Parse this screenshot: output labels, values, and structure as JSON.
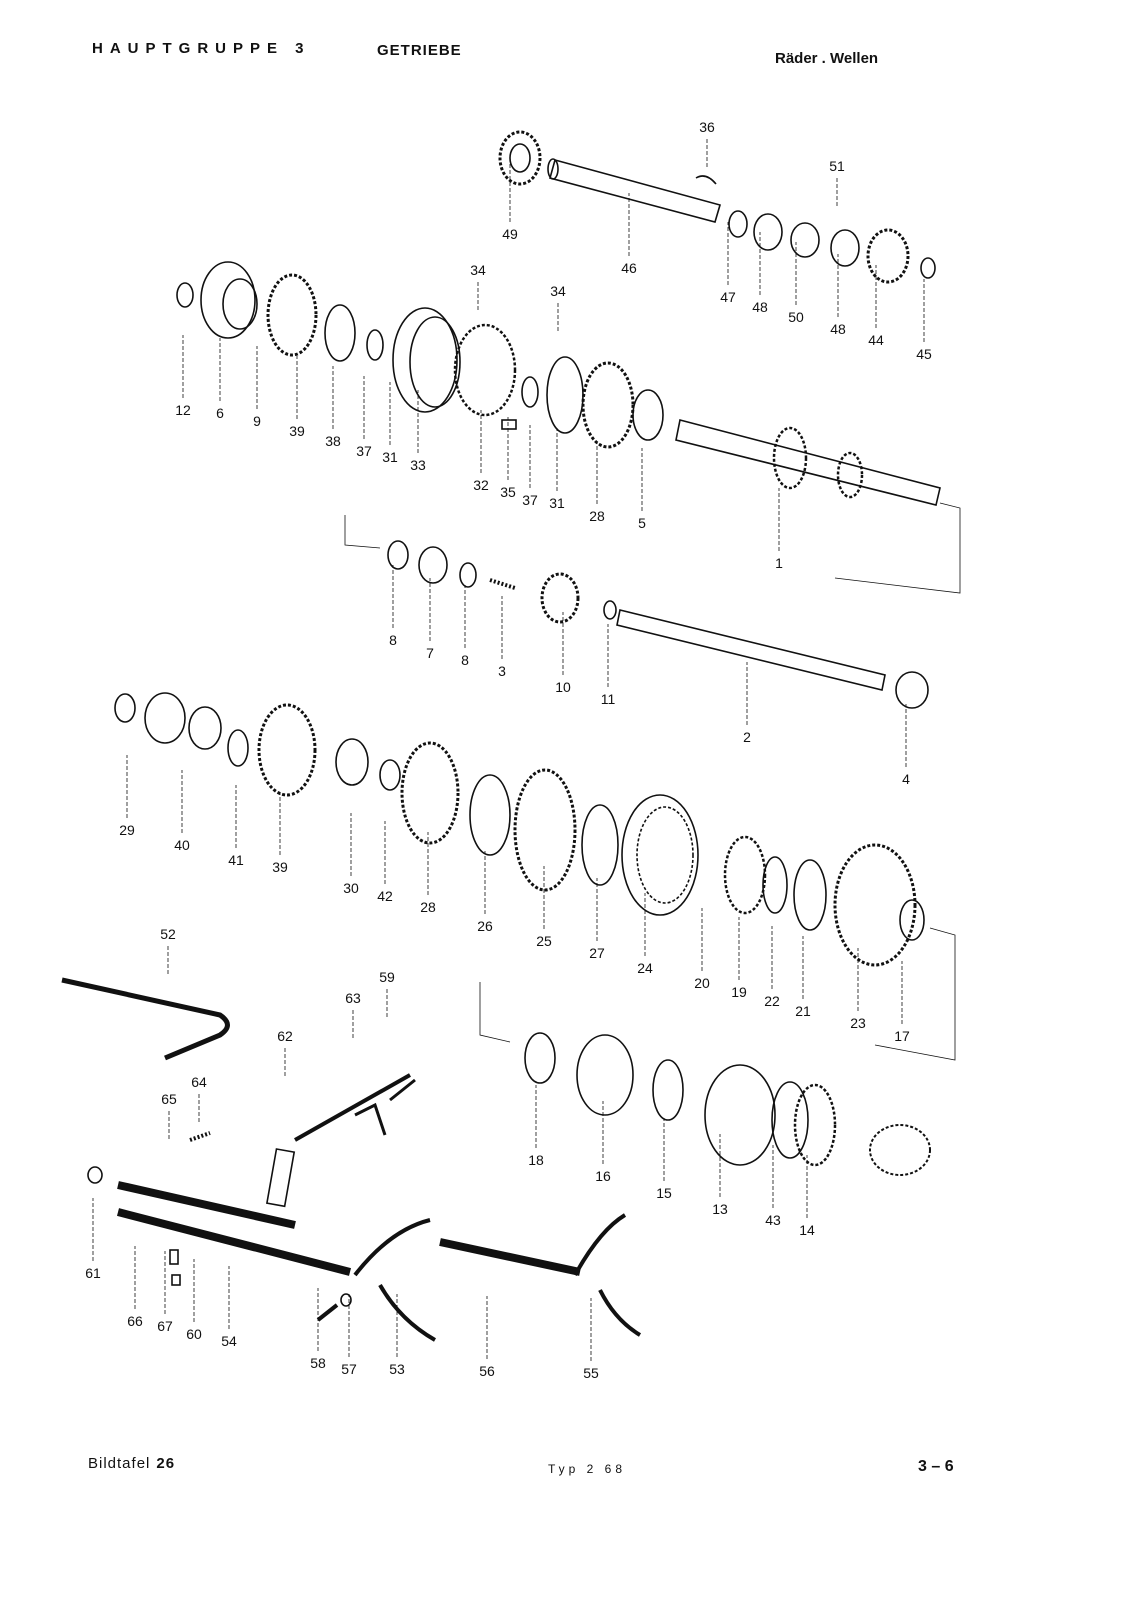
{
  "header": {
    "group": "HAUPTGRUPPE 3",
    "title": "GETRIEBE",
    "subtitle": "Räder . Wellen"
  },
  "footer": {
    "plate_label": "Bildtafel",
    "plate_number": "26",
    "type": "Typ 2 68",
    "page": "3 – 6"
  },
  "callouts": [
    "36",
    "51",
    "49",
    "46",
    "47",
    "48",
    "50",
    "48",
    "44",
    "45",
    "34",
    "34",
    "12",
    "6",
    "9",
    "39",
    "38",
    "37",
    "31",
    "33",
    "32",
    "35",
    "37",
    "31",
    "28",
    "5",
    "1",
    "8",
    "7",
    "8",
    "3",
    "10",
    "11",
    "2",
    "4",
    "29",
    "40",
    "41",
    "39",
    "30",
    "42",
    "28",
    "26",
    "25",
    "27",
    "24",
    "20",
    "19",
    "22",
    "21",
    "23",
    "17",
    "52",
    "59",
    "63",
    "62",
    "64",
    "65",
    "18",
    "16",
    "15",
    "13",
    "43",
    "14",
    "61",
    "66",
    "67",
    "60",
    "54",
    "58",
    "57",
    "53",
    "56",
    "55"
  ]
}
